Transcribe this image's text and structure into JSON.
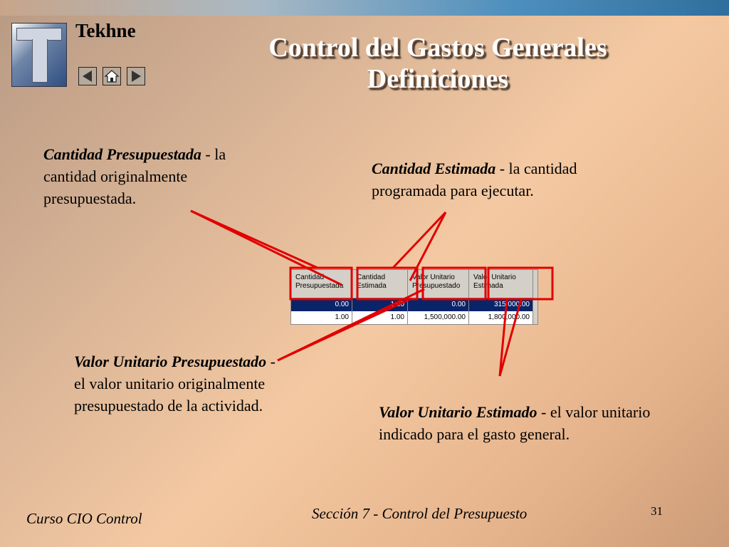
{
  "brand": "Tekhne",
  "title_line1": "Control del Gastos Generales",
  "title_line2": "Definiciones",
  "callouts": [
    {
      "term": "Cantidad Presupuestada",
      "desc": " - la cantidad originalmente presupuestada."
    },
    {
      "term": "Cantidad Estimada",
      "desc": " - la cantidad programada para ejecutar."
    },
    {
      "term": "Valor Unitario Presupuestado",
      "desc": " - el valor unitario originalmente presupuestado de la actividad."
    },
    {
      "term": "Valor Unitario Estimado",
      "desc": " - el valor unitario indicado para el gasto general."
    }
  ],
  "grid": {
    "headers": [
      {
        "line1": "Cantidad",
        "line2": "Presupuestada"
      },
      {
        "line1": "Cantidad",
        "line2": "Estimada"
      },
      {
        "line1": "Valor Unitario",
        "line2": "Presupuestado"
      },
      {
        "line1": "Valor Unitario",
        "line2": "Estimada"
      }
    ],
    "rows": [
      [
        "0.00",
        "1.00",
        "0.00",
        "315,000.00"
      ],
      [
        "1.00",
        "1.00",
        "1,500,000.00",
        "1,800,000.00"
      ]
    ]
  },
  "nav": {
    "prev_icon": "triangle-left-icon",
    "home_icon": "home-icon",
    "next_icon": "triangle-right-icon"
  },
  "colors": {
    "callout_line": "#e00000",
    "title_text": "#ffffff",
    "selected_row": "#0a246a"
  },
  "footer_left": "Curso CIO Control",
  "footer_section": "Sección 7 - Control del Presupuesto",
  "page_number": "31"
}
